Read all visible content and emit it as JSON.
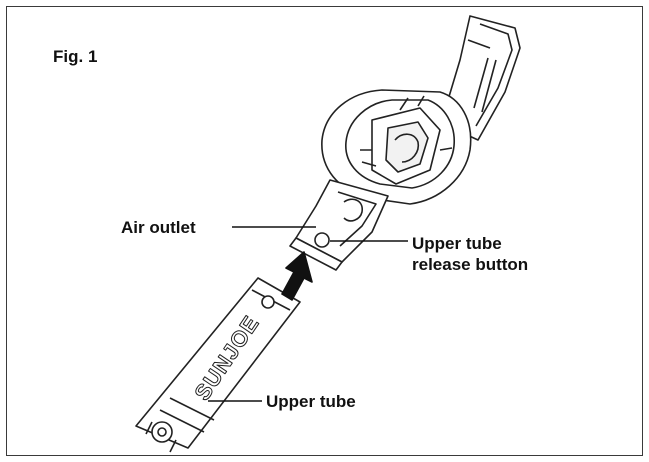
{
  "figure": {
    "title": "Fig. 1",
    "labels": {
      "air_outlet": "Air outlet",
      "release_button_line1": "Upper tube",
      "release_button_line2": "release button",
      "upper_tube": "Upper tube"
    },
    "brand_text": "SUNJOE"
  }
}
